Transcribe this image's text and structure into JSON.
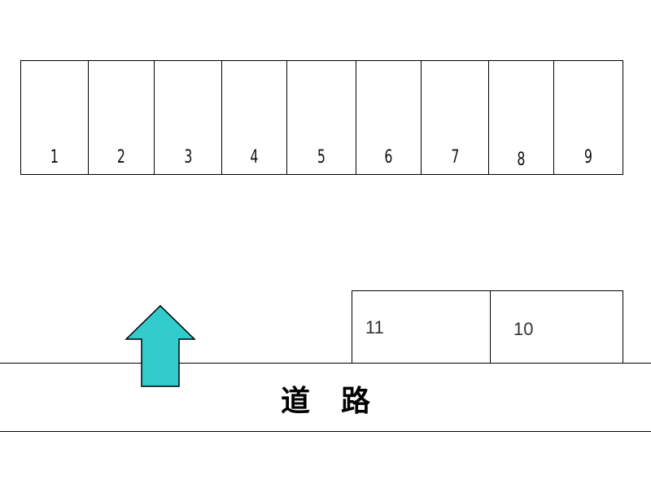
{
  "top_row": {
    "slots": [
      {
        "number": "1"
      },
      {
        "number": "2"
      },
      {
        "number": "3"
      },
      {
        "number": "4"
      },
      {
        "number": "5"
      },
      {
        "number": "6"
      },
      {
        "number": "7"
      },
      {
        "number": "8"
      },
      {
        "number": "9"
      }
    ]
  },
  "bottom_row": {
    "slots": [
      {
        "number": "11"
      },
      {
        "number": "10"
      }
    ]
  },
  "road": {
    "label": "道路"
  },
  "entrance_arrow": {
    "icon": "up-arrow-icon",
    "color": "#33cccc"
  }
}
